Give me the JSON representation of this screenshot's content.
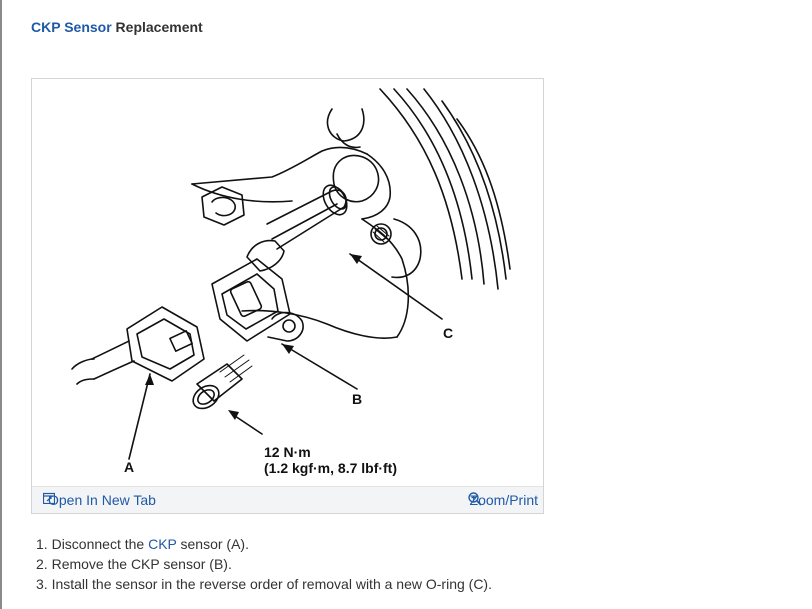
{
  "header": {
    "title_link": "CKP Sensor",
    "title_rest": " Replacement"
  },
  "figure": {
    "labels": {
      "a": "A",
      "b": "B",
      "c": "C"
    },
    "torque_line1": "12 N·m",
    "torque_line2": "(1.2 kgf·m, 8.7 lbf·ft)",
    "open_tab_label": "Open In New Tab",
    "zoom_label": "Zoom/Print",
    "icons": {
      "open_tab": "open-in-new-tab-icon",
      "zoom": "zoom-icon"
    }
  },
  "steps": [
    {
      "num": "1. ",
      "pre": "Disconnect the ",
      "link": "CKP",
      "post": " sensor (A)."
    },
    {
      "num": "2. ",
      "pre": "Remove the CKP sensor (B).",
      "link": "",
      "post": ""
    },
    {
      "num": "3. ",
      "pre": "Install the sensor in the reverse order of removal with a new O-ring (C).",
      "link": "",
      "post": ""
    }
  ],
  "colors": {
    "link": "#1f5aa6",
    "text": "#333333"
  }
}
